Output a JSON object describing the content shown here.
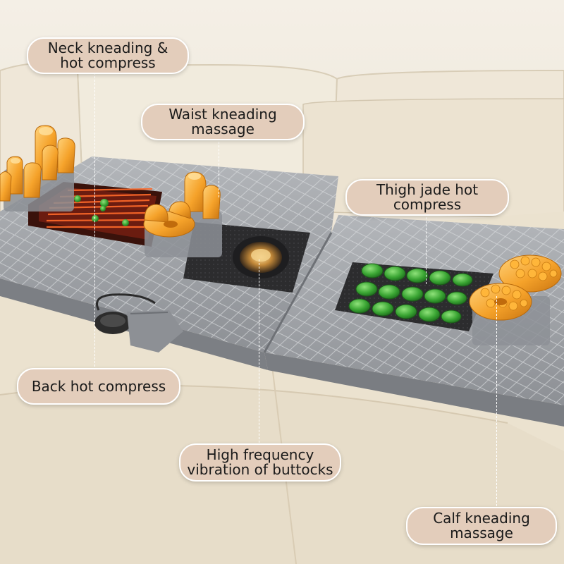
{
  "callouts": {
    "neck": [
      "Neck kneading &",
      "hot compress"
    ],
    "waist": [
      "Waist kneading",
      "massage"
    ],
    "thigh": [
      "Thigh jade hot",
      "compress"
    ],
    "back": [
      "Back hot compress"
    ],
    "buttocks": [
      "High frequency",
      "vibration of buttocks"
    ],
    "calf": [
      "Calf kneading",
      "massage"
    ]
  },
  "colors": {
    "background": "#efe8da",
    "sofa": "#ece4d2",
    "mat": "#9c9fa3",
    "mat_panel": "#2b2b2b",
    "heat_panel": "#5a1a10",
    "heat_wire": "#ff6a2a",
    "kneader": "#f6a52a",
    "jade": "#3fae3a",
    "callout_fill": "#e3cdbb"
  },
  "icons": [
    "neck-kneader-icon",
    "waist-kneader-icon",
    "calf-kneader-icon",
    "vibration-motor-icon",
    "jade-stone-icon",
    "remote-controller-icon"
  ]
}
